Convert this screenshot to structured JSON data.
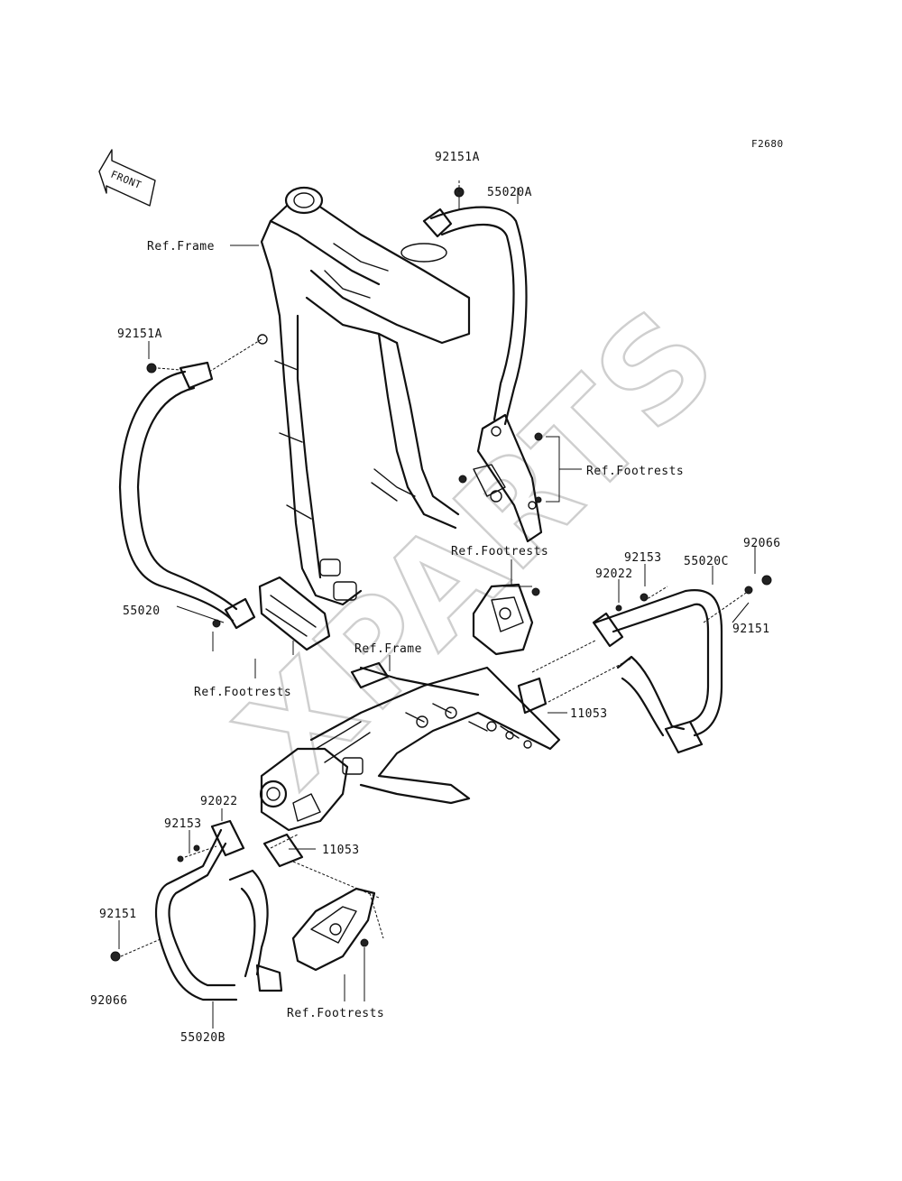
{
  "figure_code": "F2680",
  "front_label": "FRONT",
  "watermark": "XPARTS",
  "callouts": {
    "top_bolt": "92151A",
    "top_guard": "55020A",
    "ref_frame_top": "Ref.Frame",
    "left_bolt": "92151A",
    "ref_footrests_right": "Ref.Footrests",
    "left_guard": "55020",
    "ref_footrests_mid": "Ref.Footrests",
    "right_collar": "92022",
    "right_bolt_small": "92153",
    "right_guard": "55020C",
    "right_cap": "92066",
    "right_bolt": "92151",
    "ref_frame_mid": "Ref.Frame",
    "ref_footrests_left": "Ref.Footrests",
    "right_bracket": "11053",
    "left_collar": "92022",
    "left_bolt_small": "92153",
    "left_bracket": "11053",
    "lower_bolt": "92151",
    "lower_cap": "92066",
    "lower_guard": "55020B",
    "ref_footrests_bottom": "Ref.Footrests"
  },
  "colors": {
    "line": "#111111",
    "watermark": "#cfcfcf",
    "background": "#ffffff"
  }
}
